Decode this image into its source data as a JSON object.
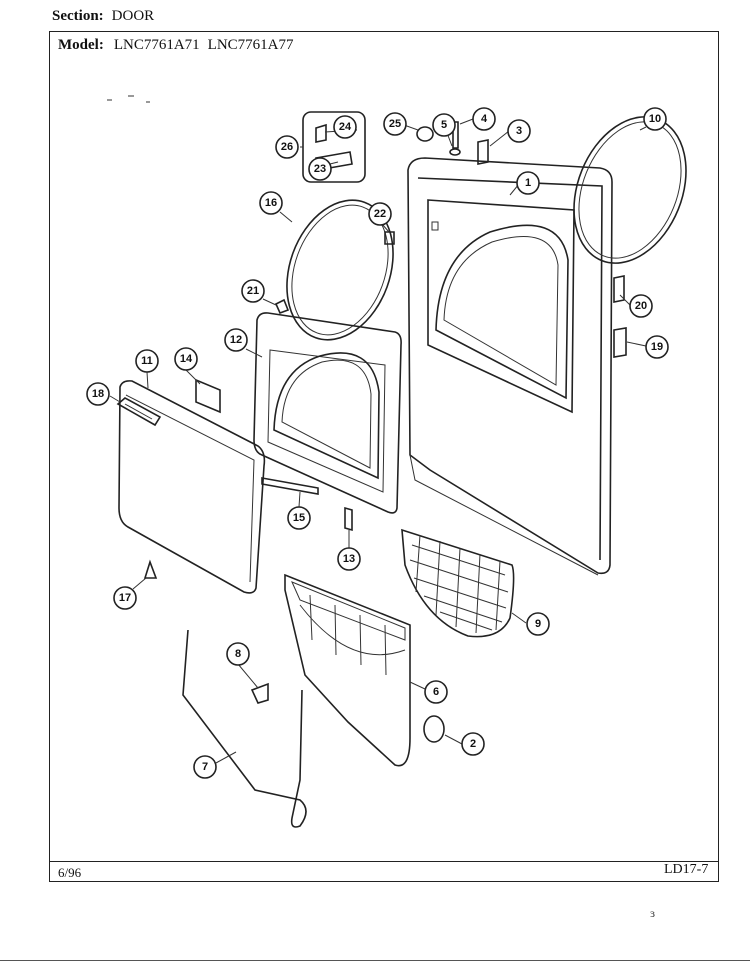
{
  "header": {
    "section_label": "Section:",
    "section_value": "DOOR",
    "model_label": "Model:",
    "model_1": "LNC7761A71",
    "model_2": "LNC7761A77"
  },
  "footer": {
    "date": "6/96",
    "page_code": "LD17-7"
  },
  "callouts": [
    "1",
    "2",
    "3",
    "4",
    "5",
    "6",
    "7",
    "8",
    "9",
    "10",
    "11",
    "12",
    "13",
    "14",
    "15",
    "16",
    "17",
    "18",
    "19",
    "20",
    "21",
    "22",
    "23",
    "24",
    "25",
    "26"
  ],
  "stray_mark": "ɜ"
}
